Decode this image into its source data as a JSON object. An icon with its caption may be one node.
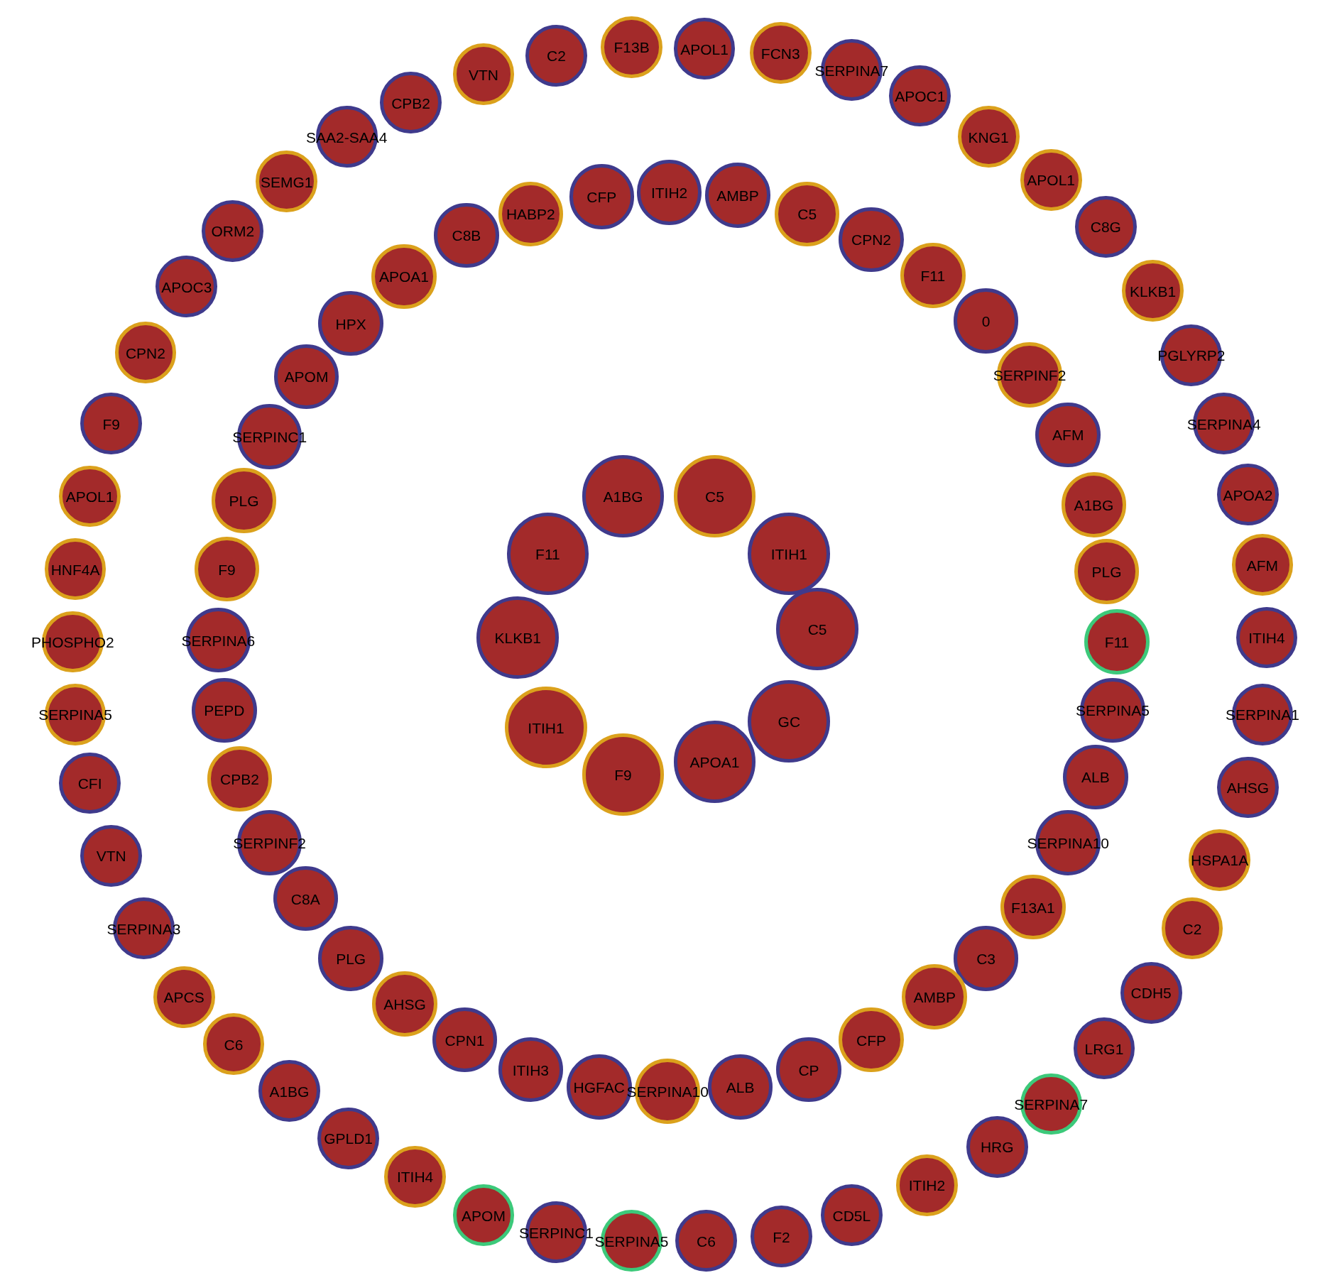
{
  "diagram": {
    "nodes": [
      {
        "text": [
          "A1BG"
        ]
      },
      {
        "text": [
          "C5"
        ]
      },
      {
        "text": [
          "ITIH1"
        ]
      },
      {
        "text": [
          "C5"
        ]
      },
      {
        "text": [
          "GC"
        ]
      },
      {
        "text": [
          "APOA1"
        ]
      },
      {
        "text": [
          "F9"
        ]
      },
      {
        "text": [
          "ITIH1"
        ]
      },
      {
        "text": [
          "KLKB1"
        ]
      },
      {
        "text": [
          "F11"
        ]
      },
      {
        "text": [
          "CFP"
        ]
      },
      {
        "text": [
          "ITIH2"
        ]
      },
      {
        "text": [
          "AMBP"
        ]
      },
      {
        "text": [
          "C5"
        ]
      },
      {
        "text": [
          "CPN2"
        ]
      },
      {
        "text": [
          "F11"
        ]
      },
      {
        "text": [
          "0"
        ]
      },
      {
        "text": [
          "SERPINF2"
        ]
      },
      {
        "text": [
          "AFM"
        ]
      },
      {
        "text": [
          "A1BG"
        ]
      },
      {
        "text": [
          "PLG"
        ]
      },
      {
        "text": [
          "F11"
        ]
      },
      {
        "text": [
          "SERPINA5"
        ]
      },
      {
        "text": [
          "ALB"
        ]
      },
      {
        "text": [
          "SERPINA10"
        ]
      },
      {
        "text": [
          "F13A1"
        ]
      },
      {
        "text": [
          "C3"
        ]
      },
      {
        "text": [
          "AMBP"
        ]
      },
      {
        "text": [
          "CFP"
        ]
      },
      {
        "text": [
          "CP"
        ]
      },
      {
        "text": [
          "ALB"
        ]
      },
      {
        "text": [
          "SERPINA10"
        ]
      },
      {
        "text": [
          "HGFAC"
        ]
      },
      {
        "text": [
          "ITIH3"
        ]
      },
      {
        "text": [
          "CPN1"
        ]
      },
      {
        "text": [
          "AHSG"
        ]
      },
      {
        "text": [
          "PLG"
        ]
      },
      {
        "text": [
          "C8A"
        ]
      },
      {
        "text": [
          "SERPINF2"
        ]
      },
      {
        "text": [
          "CPB2"
        ]
      },
      {
        "text": [
          "PEPD"
        ]
      },
      {
        "text": [
          "SERPINA6"
        ]
      },
      {
        "text": [
          "F9"
        ]
      },
      {
        "text": [
          "PLG"
        ]
      },
      {
        "text": [
          "SERPINC1"
        ]
      },
      {
        "text": [
          "APOM"
        ]
      },
      {
        "text": [
          "HPX"
        ]
      },
      {
        "text": [
          "APOA1"
        ]
      },
      {
        "text": [
          "C8B"
        ]
      },
      {
        "text": [
          "HABP2"
        ]
      },
      {
        "text": [
          "F13B"
        ]
      },
      {
        "text": [
          "APOL1"
        ]
      },
      {
        "text": [
          "FCN3"
        ]
      },
      {
        "text": [
          "SERPINA7"
        ]
      },
      {
        "text": [
          "APOC1"
        ]
      },
      {
        "text": [
          "KNG1"
        ]
      },
      {
        "text": [
          "APOL1"
        ]
      },
      {
        "text": [
          "C8G"
        ]
      },
      {
        "text": [
          "KLKB1"
        ]
      },
      {
        "text": [
          "PGLYRP2"
        ]
      },
      {
        "text": [
          "SERPINA4"
        ]
      },
      {
        "text": [
          "APOA2"
        ]
      },
      {
        "text": [
          "AFM"
        ]
      },
      {
        "text": [
          "ITIH4"
        ]
      },
      {
        "text": [
          "SERPINA1"
        ]
      },
      {
        "text": [
          "AHSG"
        ]
      },
      {
        "text": [
          "HSPA1A"
        ]
      },
      {
        "text": [
          "C2"
        ]
      },
      {
        "text": [
          "CDH5"
        ]
      },
      {
        "text": [
          "LRG1"
        ]
      },
      {
        "text": [
          "SERPINA7"
        ]
      },
      {
        "text": [
          "HRG"
        ]
      },
      {
        "text": [
          "ITIH2"
        ]
      },
      {
        "text": [
          "CD5L"
        ]
      },
      {
        "text": [
          "F2"
        ]
      },
      {
        "text": [
          "C6"
        ]
      },
      {
        "text": [
          "SERPINA5"
        ]
      },
      {
        "text": [
          "SERPINC1"
        ]
      },
      {
        "text": [
          "APOM"
        ]
      },
      {
        "text": [
          "ITIH4"
        ]
      },
      {
        "text": [
          "GPLD1"
        ]
      },
      {
        "text": [
          "A1BG"
        ]
      },
      {
        "text": [
          "C6"
        ]
      },
      {
        "text": [
          "APCS"
        ]
      },
      {
        "text": [
          "SERPINA3"
        ]
      },
      {
        "text": [
          "VTN"
        ]
      },
      {
        "text": [
          "CFI"
        ]
      },
      {
        "text": [
          "SERPINA5"
        ]
      },
      {
        "text": [
          "PHOSPHO2"
        ]
      },
      {
        "text": [
          "HNF4A"
        ]
      },
      {
        "text": [
          "APOL1"
        ]
      },
      {
        "text": [
          "F9"
        ]
      },
      {
        "text": [
          "CPN2"
        ]
      },
      {
        "text": [
          "APOC3"
        ]
      },
      {
        "text": [
          "ORM2"
        ]
      },
      {
        "text": [
          "SEMG1"
        ]
      },
      {
        "text": [
          "SAA2-SAA4"
        ]
      },
      {
        "text": [
          "CPB2"
        ]
      },
      {
        "text": [
          "VTN"
        ]
      },
      {
        "text": [
          "C2"
        ]
      }
    ]
  }
}
